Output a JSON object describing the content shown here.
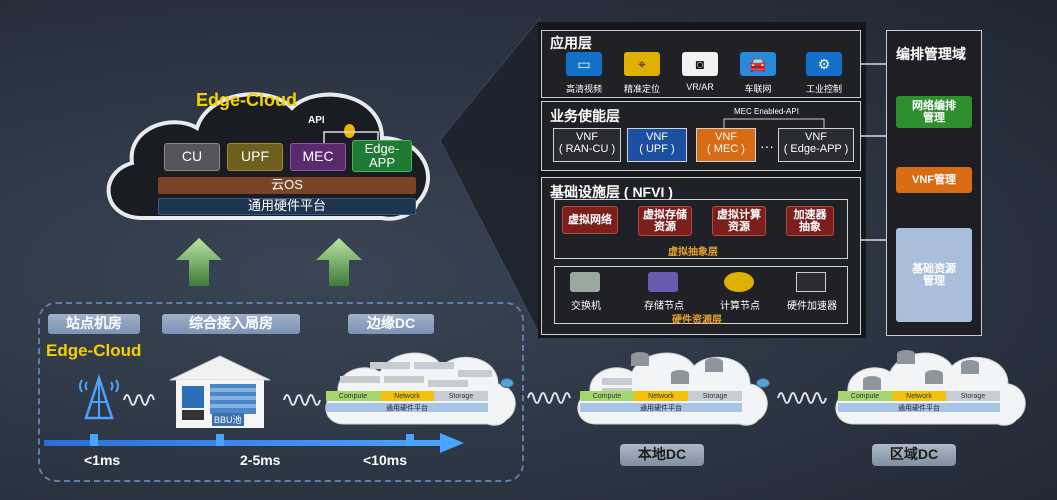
{
  "cloud": {
    "title": "Edge-Cloud",
    "api_label": "API",
    "modules": [
      "CU",
      "UPF",
      "MEC",
      "Edge-\nAPP"
    ],
    "os_label": "云OS",
    "hw_label": "通用硬件平台"
  },
  "left_section": {
    "labels": [
      "站点机房",
      "综合接入局房",
      "边缘DC"
    ],
    "edge_cloud_label": "Edge-Cloud",
    "bbu_label": "BBU池",
    "latency": [
      "<1ms",
      "2-5ms",
      "<10ms"
    ]
  },
  "dc_platform": {
    "segments": [
      "Compute",
      "Network",
      "Storage"
    ],
    "platform_label": "通用硬件平台"
  },
  "dc_labels": {
    "local": "本地DC",
    "regional": "区域DC"
  },
  "app_layer": {
    "title": "应用层",
    "apps": [
      {
        "label": "高清视频",
        "icon": "video-icon"
      },
      {
        "label": "精准定位",
        "icon": "location-icon"
      },
      {
        "label": "VR/AR",
        "icon": "vr-icon"
      },
      {
        "label": "车联网",
        "icon": "car-icon"
      },
      {
        "label": "工业控制",
        "icon": "gear-icon"
      }
    ]
  },
  "service_layer": {
    "title": "业务使能层",
    "api_label": "MEC Enabled-API",
    "vnfs": [
      {
        "name": "VNF",
        "sub": "( RAN-CU )"
      },
      {
        "name": "VNF",
        "sub": "( UPF )"
      },
      {
        "name": "VNF",
        "sub": "( MEC )"
      },
      {
        "name": "VNF",
        "sub": "( Edge-APP )"
      }
    ],
    "dots": "···"
  },
  "infra_layer": {
    "title": "基础设施层 ( NFVI )",
    "virtual": [
      "虚拟网络",
      "虚拟存储\n资源",
      "虚拟计算\n资源",
      "加速器\n抽象"
    ],
    "virtual_layer_label": "虚拟抽象层",
    "hardware": [
      "交换机",
      "存储节点",
      "计算节点",
      "硬件加速器"
    ],
    "hardware_layer_label": "硬件资源层"
  },
  "mgmt": {
    "title": "编排管理域",
    "items": [
      "网络编排\n管理",
      "VNF管理",
      "基础资源\n管理"
    ]
  },
  "colors": {
    "yellow": "#f7d000",
    "green": "#2f8f2f",
    "orange": "#d96b12",
    "blue": "#1c4fa0",
    "red": "#7a1f1c",
    "mgmt_blue": "#a8bedb"
  }
}
